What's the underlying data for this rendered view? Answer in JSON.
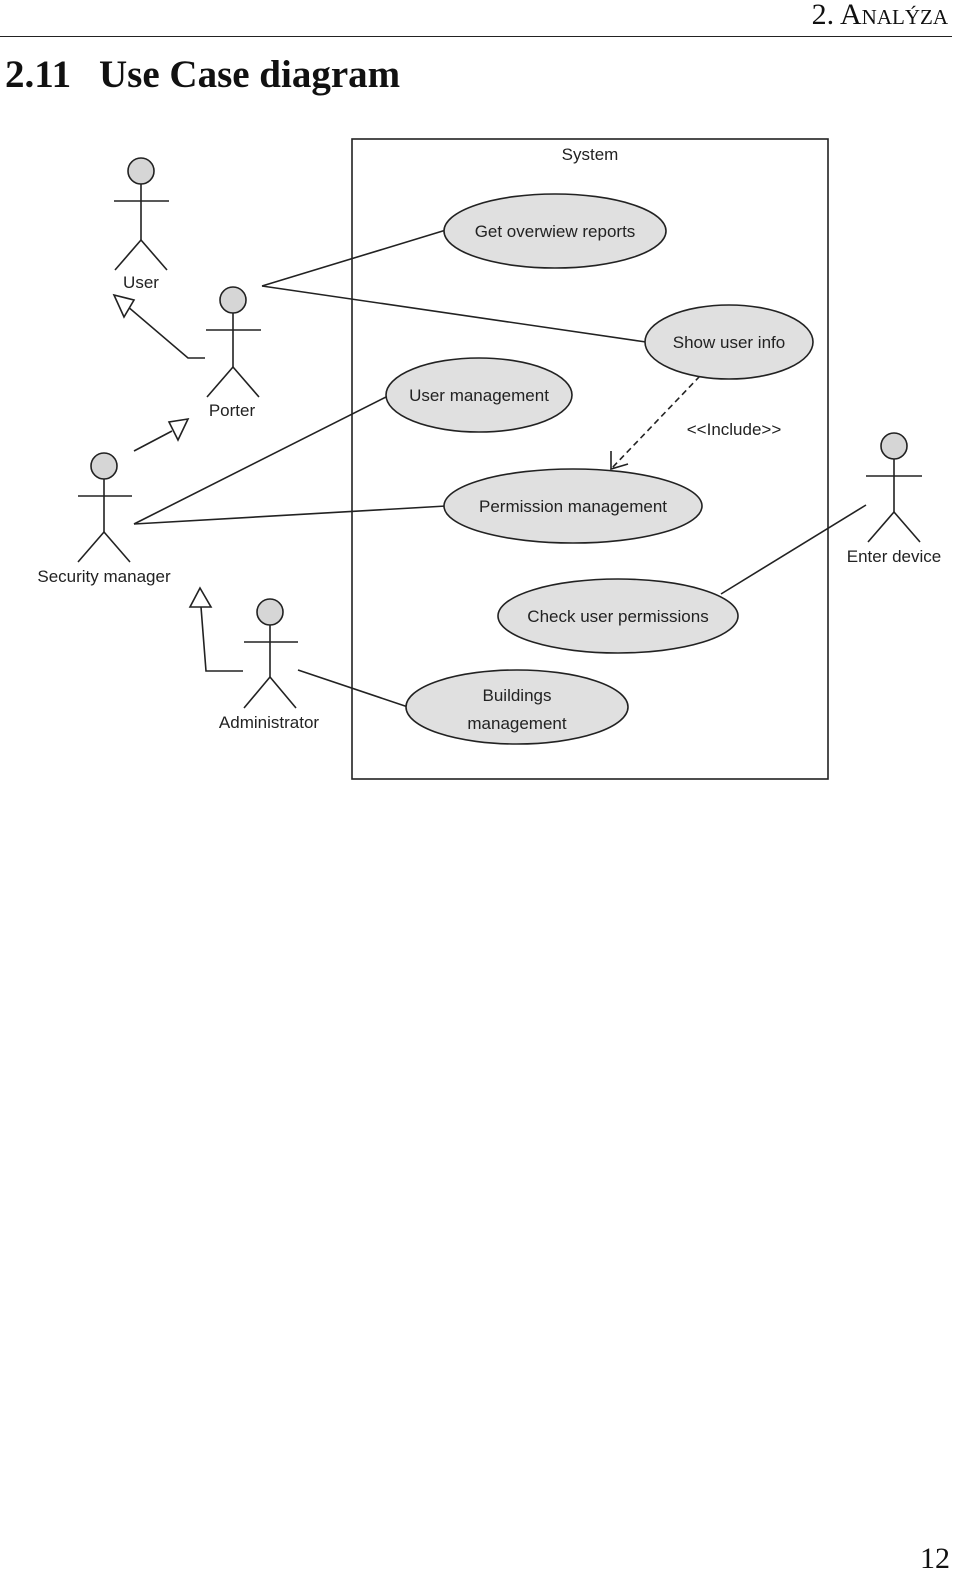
{
  "header": {
    "chapter": "2. Analýza"
  },
  "section": {
    "number": "2.11",
    "title": "Use Case diagram"
  },
  "diagram": {
    "system_label": "System",
    "actors": {
      "user": "User",
      "porter": "Porter",
      "security_manager": "Security manager",
      "administrator": "Administrator",
      "enter_device": "Enter device"
    },
    "use_cases": {
      "get_overview_reports": "Get overwiew reports",
      "show_user_info": "Show user info",
      "user_management": "User management",
      "permission_management": "Permission management",
      "check_user_permissions": "Check user permissions",
      "buildings_management_line1": "Buildings",
      "buildings_management_line2": "management"
    },
    "include_label": "<<Include>>",
    "colors": {
      "fill": "#e0e0e0",
      "stroke": "#222222"
    }
  },
  "footer": {
    "page_number": "12"
  }
}
